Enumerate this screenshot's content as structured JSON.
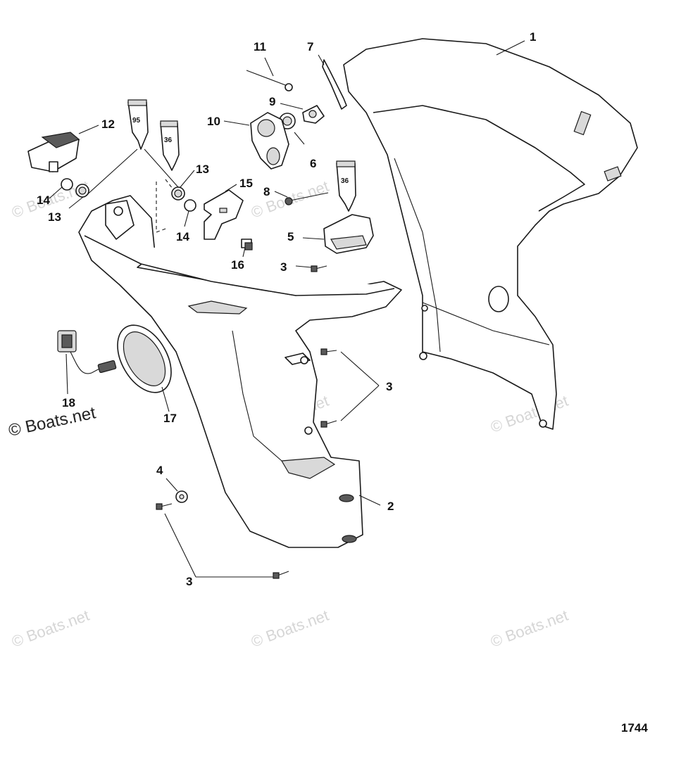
{
  "diagram": {
    "reference_number": "1744",
    "watermark": "© Boats.net",
    "tube_labels": {
      "t95": "95",
      "t36a": "36",
      "t36b": "36"
    },
    "callouts": {
      "c1": "1",
      "c2": "2",
      "c3a": "3",
      "c3b": "3",
      "c3c": "3",
      "c4": "4",
      "c5": "5",
      "c6": "6",
      "c7": "7",
      "c8": "8",
      "c9": "9",
      "c10": "10",
      "c11": "11",
      "c12": "12",
      "c13a": "13",
      "c13b": "13",
      "c14a": "14",
      "c14b": "14",
      "c15": "15",
      "c16": "16",
      "c17": "17",
      "c18": "18"
    }
  }
}
